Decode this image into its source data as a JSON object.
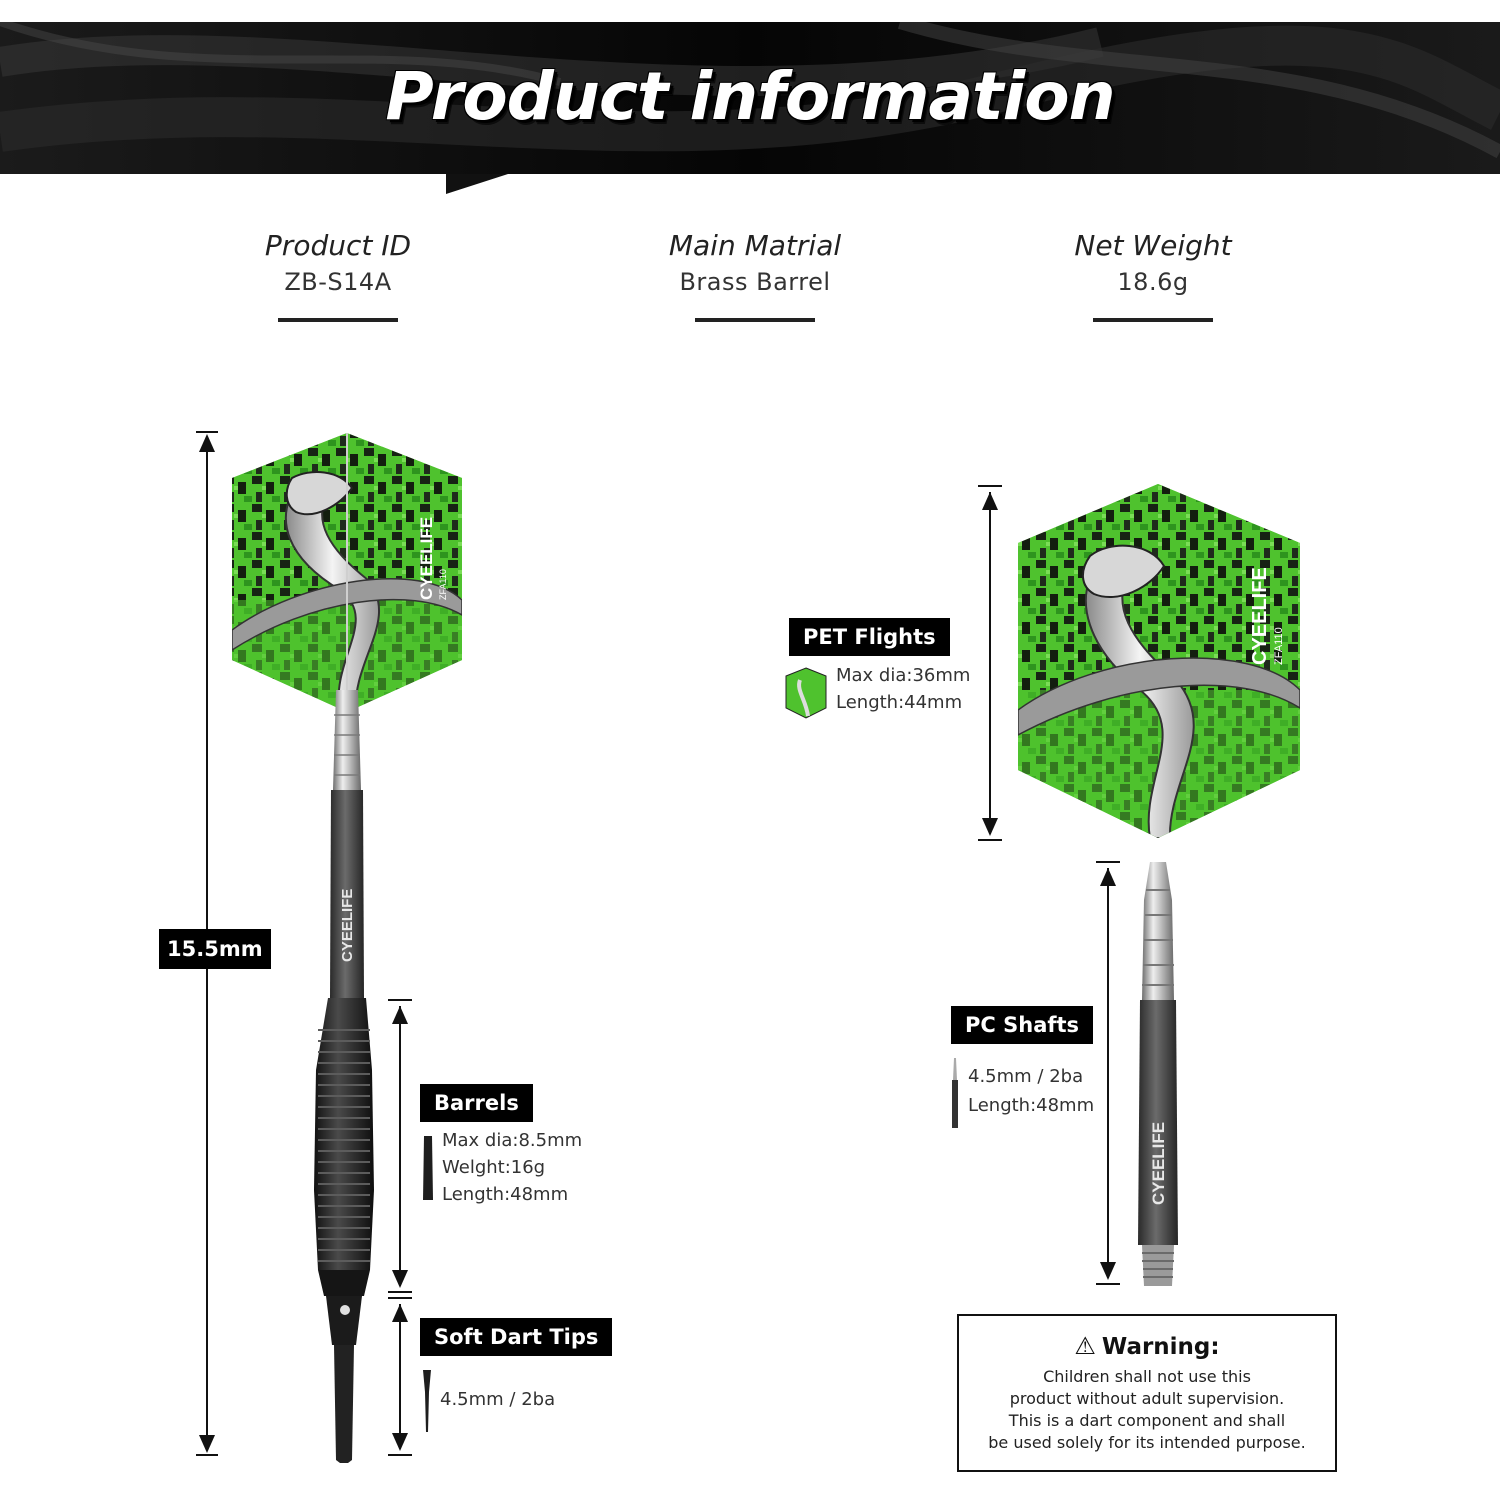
{
  "header": {
    "title": "Product information"
  },
  "specs": [
    {
      "label": "Product ID",
      "value": "ZB-S14A"
    },
    {
      "label": "Main Matrial",
      "value": "Brass Barrel"
    },
    {
      "label": "Net Weight",
      "value": "18.6g"
    }
  ],
  "dart": {
    "total_length": "15.5mm",
    "brand": "CYEELIFE",
    "flight_code": "ZFA110"
  },
  "barrels": {
    "title": "Barrels",
    "lines": [
      "Max dia:8.5mm",
      "Welght:16g",
      "Length:48mm"
    ]
  },
  "tips": {
    "title": "Soft Dart Tips",
    "lines": [
      "4.5mm / 2ba"
    ]
  },
  "flights": {
    "title": "PET Flights",
    "lines": [
      "Max dia:36mm",
      "Length:44mm"
    ]
  },
  "shafts": {
    "title": "PC Shafts",
    "lines": [
      "4.5mm / 2ba",
      "Length:48mm"
    ]
  },
  "warning": {
    "title": "Warning:",
    "lines": [
      "Children shall not use this",
      "product without adult supervision.",
      "This is a dart component and shall",
      "be used solely for its intended purpose."
    ]
  },
  "colors": {
    "flight_green": "#4fc22e",
    "banner": "#0c0c0c",
    "barrel": "#2a2a2a"
  }
}
